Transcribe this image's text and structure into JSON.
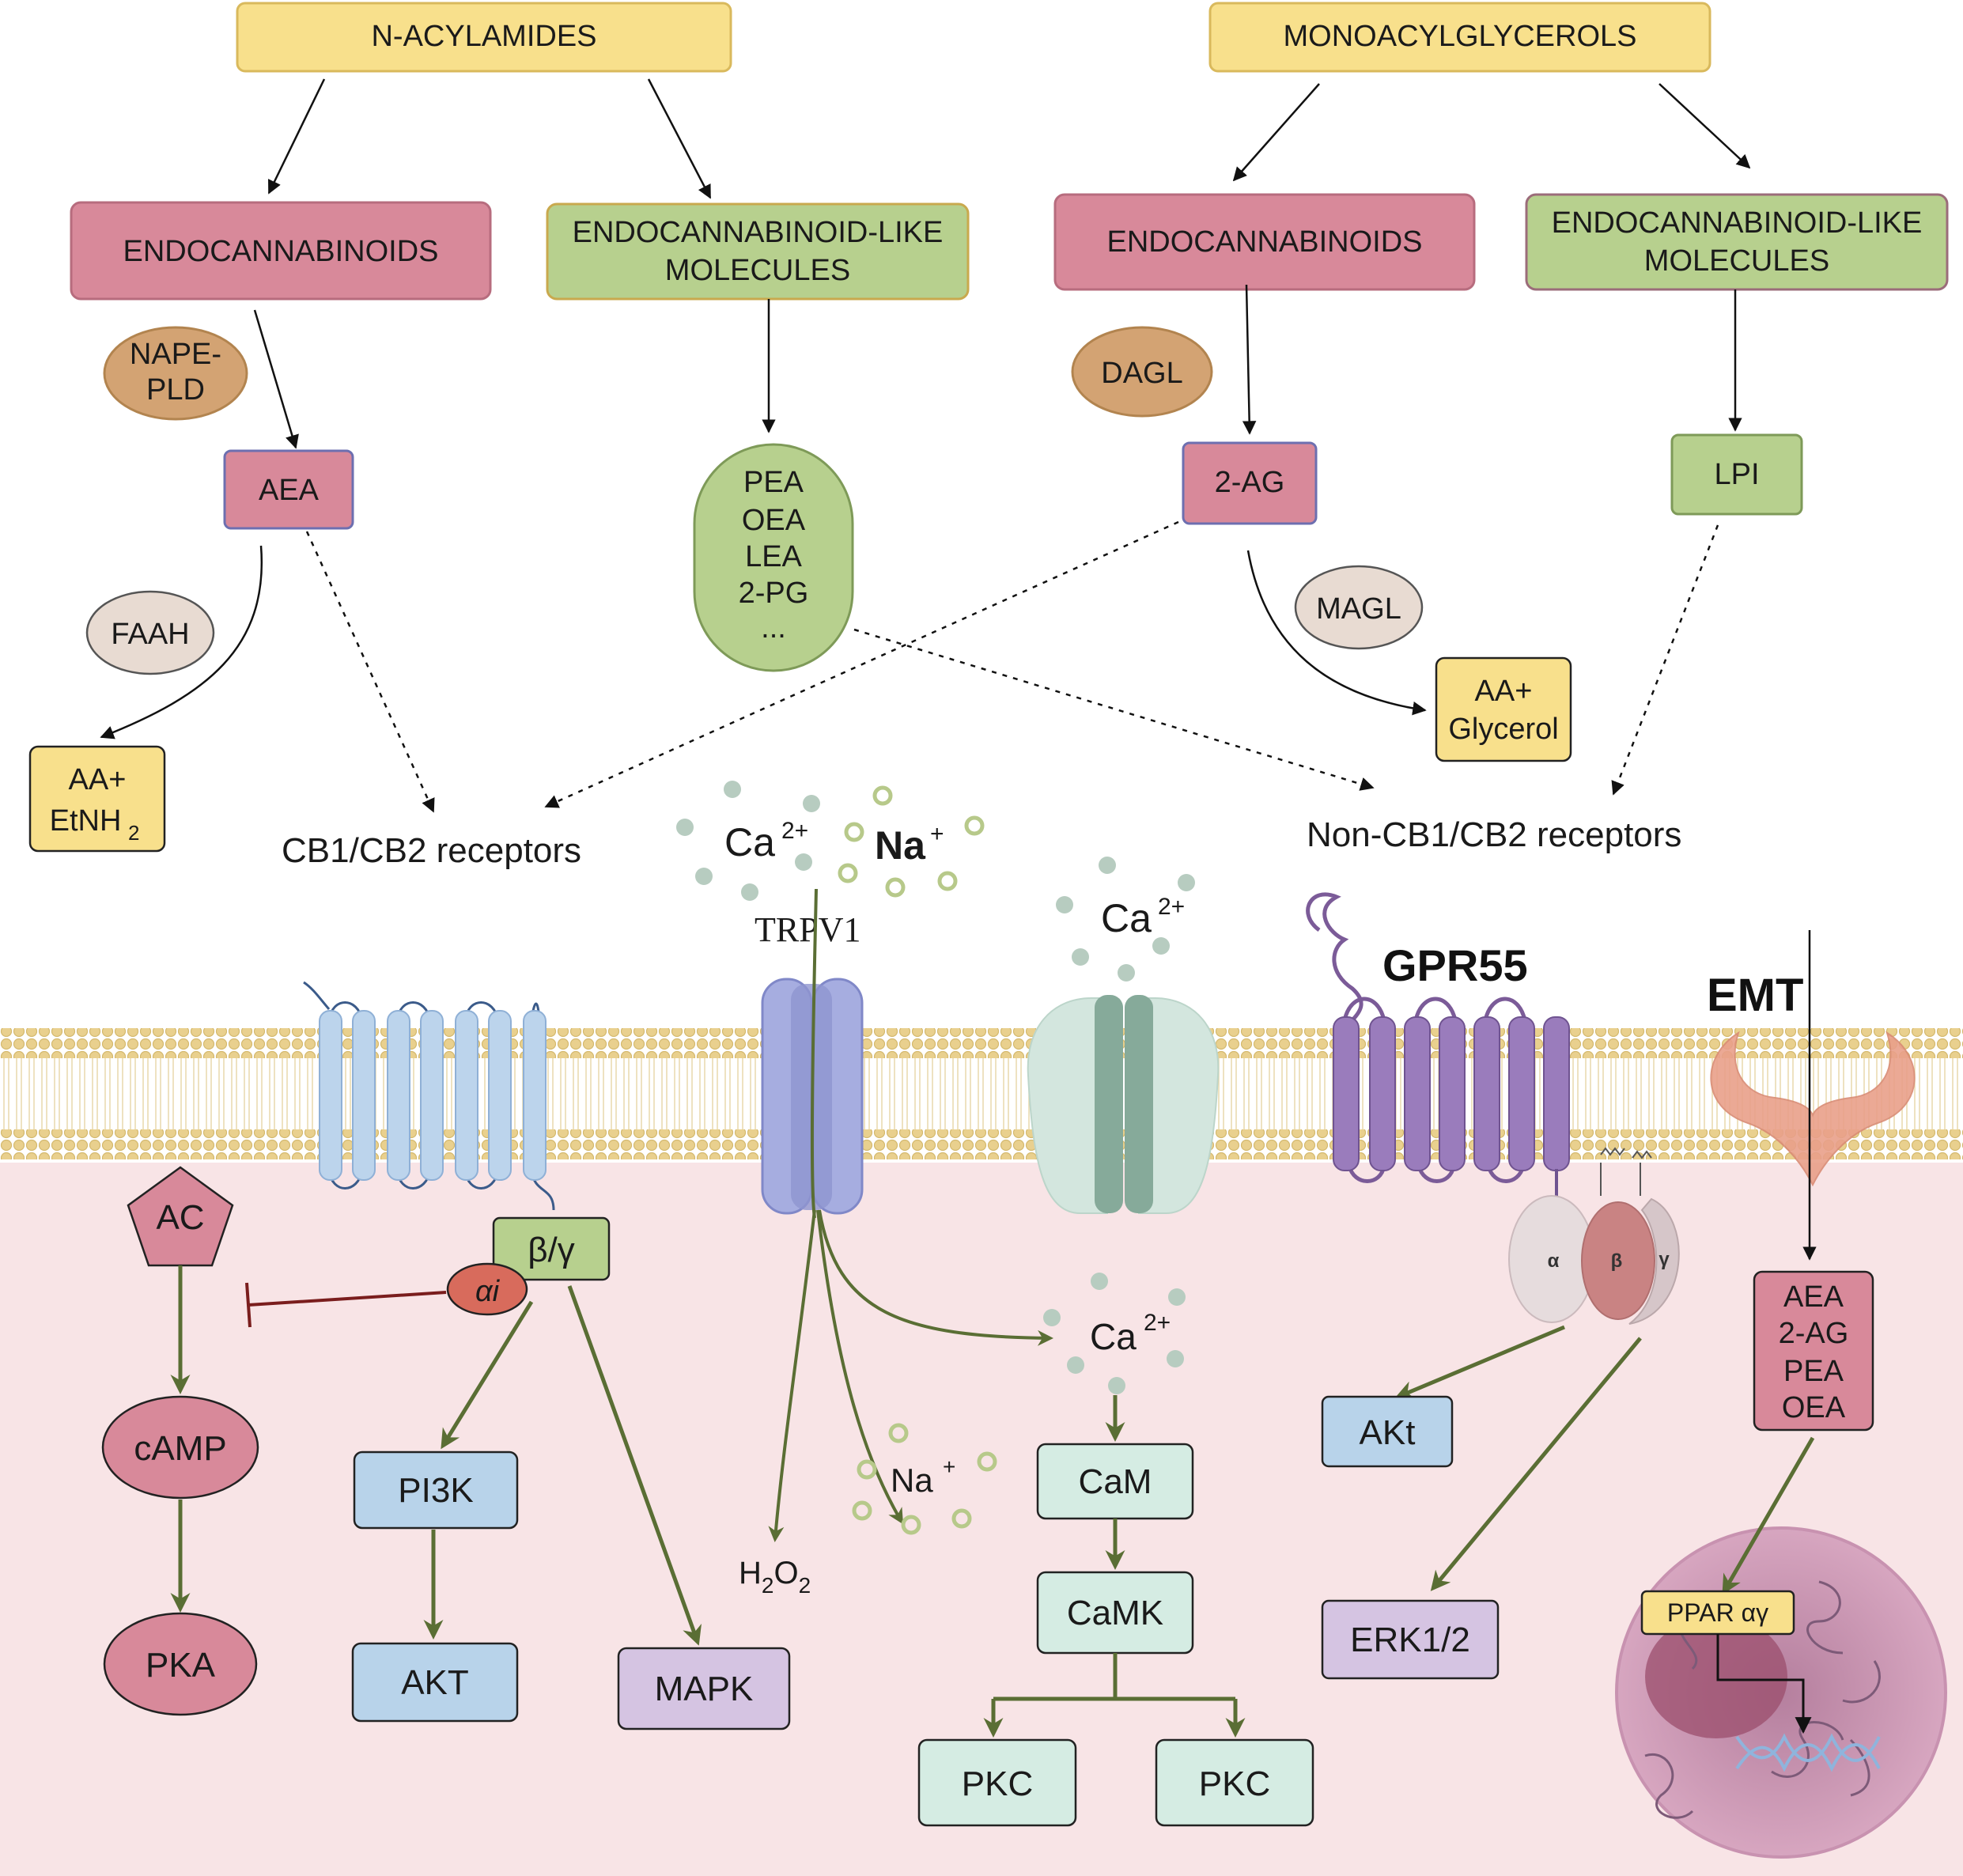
{
  "sources": {
    "left": "N-ACYLAMIDES",
    "right": "MONOACYLGLYCEROLS"
  },
  "classes": {
    "endo_left": "ENDOCANNABINOIDS",
    "like_left_1": "ENDOCANNABINOID-LIKE",
    "like_left_2": "MOLECULES",
    "endo_right": "ENDOCANNABINOIDS",
    "like_right_1": "ENDOCANNABINOID-LIKE",
    "like_right_2": "MOLECULES"
  },
  "enzymes": {
    "nape_1": "NAPE-",
    "nape_2": "PLD",
    "faah": "FAAH",
    "dagl": "DAGL",
    "magl": "MAGL"
  },
  "ligands": {
    "aea": "AEA",
    "two_ag": "2-AG",
    "lpi": "LPI",
    "like_list": [
      "PEA",
      "OEA",
      "LEA",
      "2-PG",
      "..."
    ]
  },
  "products": {
    "left_1": "AA+",
    "left_2": "EtNH",
    "left_2_sub": "2",
    "right_1": "AA+",
    "right_2": "Glycerol"
  },
  "receptors": {
    "cb": "CB1/CB2 receptors",
    "noncb": "Non-CB1/CB2 receptors",
    "trpv1": "TRPV1",
    "gpr55": "GPR55",
    "emt": "EMT"
  },
  "ions": {
    "ca": "Ca",
    "ca_sup": "2+",
    "na": "Na",
    "na_sup": "+"
  },
  "signaling": {
    "ac": "AC",
    "camp": "cAMP",
    "pka": "PKA",
    "bg": "β/γ",
    "ai": "αi",
    "pi3k": "PI3K",
    "akt": "AKT",
    "mapk": "MAPK",
    "h2o2_h": "H",
    "h2o2_2a": "2",
    "h2o2_o": "O",
    "h2o2_2b": "2",
    "cam": "CaM",
    "camk": "CaMK",
    "pkc_1": "PKC",
    "pkc_2": "PKC",
    "akt_gpr": "AKt",
    "erk": "ERK1/2",
    "g_alpha": "α",
    "g_beta": "β",
    "g_gamma": "γ",
    "intracellular": [
      "AEA",
      "2-AG",
      "PEA",
      "OEA"
    ],
    "ppar": "PPAR αγ"
  },
  "colors": {
    "yellow": "#f8e08c",
    "pink": "#d8899a",
    "green": "#b7d08e",
    "tan": "#d3a373",
    "beige": "#e8dbd2",
    "blue": "#b8d3ea",
    "purple": "#d5c4e2",
    "mint": "#d5ece3",
    "arrow_green": "#5a6e34",
    "cytoplasm": "#f8e4e6",
    "membrane": "#e9d08e"
  }
}
